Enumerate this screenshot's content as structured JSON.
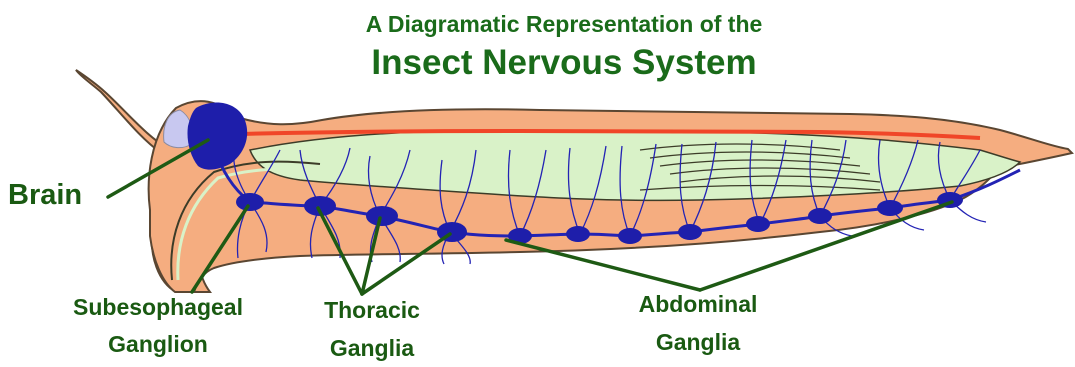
{
  "title": {
    "line1": "A Diagramatic Representation of the",
    "line2": "Insect Nervous System"
  },
  "labels": {
    "brain": "Brain",
    "subesophageal_line1": "Subesophageal",
    "subesophageal_line2": "Ganglion",
    "thoracic_line1": "Thoracic",
    "thoracic_line2": "Ganglia",
    "abdominal_line1": "Abdominal",
    "abdominal_line2": "Ganglia"
  },
  "colors": {
    "title": "#1a6b1a",
    "label": "#1a5a12",
    "body_fill": "#f5ad80",
    "body_outline": "#5a4632",
    "gut_fill": "#d9f2c8",
    "gut_outline": "#3c3c28",
    "nerve": "#2323b4",
    "ganglion": "#1e1eaa",
    "dorsal_vessel": "#f04628",
    "eye": "#c8c8f0",
    "pointer_line": "#1e5a14"
  }
}
